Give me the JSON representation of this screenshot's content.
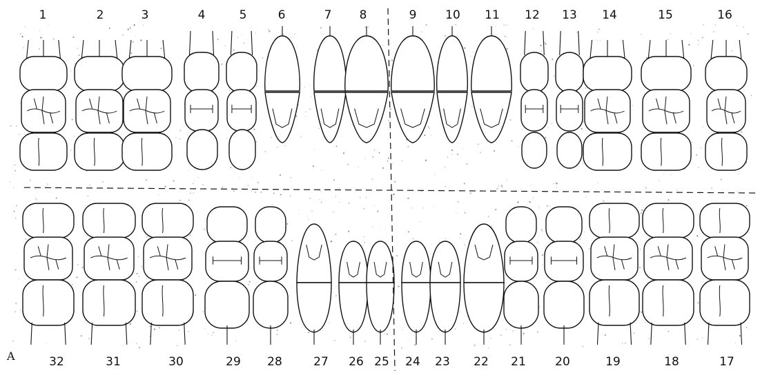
{
  "figure": {
    "label": "A",
    "upper_numbers": [
      "1",
      "2",
      "3",
      "4",
      "5",
      "6",
      "7",
      "8",
      "9",
      "10",
      "11",
      "12",
      "13",
      "14",
      "15",
      "16"
    ],
    "lower_numbers": [
      "32",
      "31",
      "30",
      "29",
      "28",
      "27",
      "26",
      "25",
      "24",
      "23",
      "22",
      "21",
      "20",
      "19",
      "18",
      "17"
    ]
  },
  "colors": {
    "ink": "#111111",
    "paper": "#ffffff"
  }
}
